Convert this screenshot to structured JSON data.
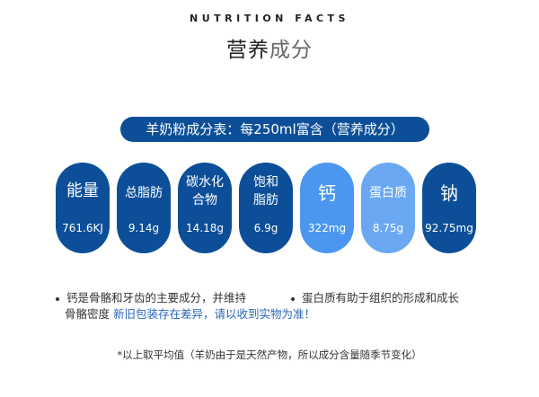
{
  "header": {
    "en_title": "NUTRITION FACTS",
    "cn_title_a": "营养",
    "cn_title_b": "成分"
  },
  "banner": "羊奶粉成分表：每250ml富含（营养成分）",
  "nutrients": [
    {
      "name": "能量",
      "value": "761.6KJ"
    },
    {
      "name": "总脂肪",
      "value": "9.14g"
    },
    {
      "name": "碳水化合物",
      "value": "14.18g"
    },
    {
      "name": "饱和脂肪",
      "value": "6.9g"
    },
    {
      "name": "钙",
      "value": "322mg"
    },
    {
      "name": "蛋白质",
      "value": "8.75g"
    },
    {
      "name": "钠",
      "value": "92.75mg"
    }
  ],
  "notes": {
    "calcium": "钙是骨骼和牙齿的主要成分，并维持",
    "calcium_cont": "骨骼密度",
    "packaging": "新旧包装存在差异，请以收到实物为准！",
    "protein": "蛋白质有助于组织的形成和成长"
  },
  "footnote": "*以上取平均值（羊奶由于是天然产物，所以成分含量随季节变化）",
  "colors": {
    "dark": "#0c4f98",
    "light": "#4b97f0",
    "lighter": "#6aa8f2"
  }
}
